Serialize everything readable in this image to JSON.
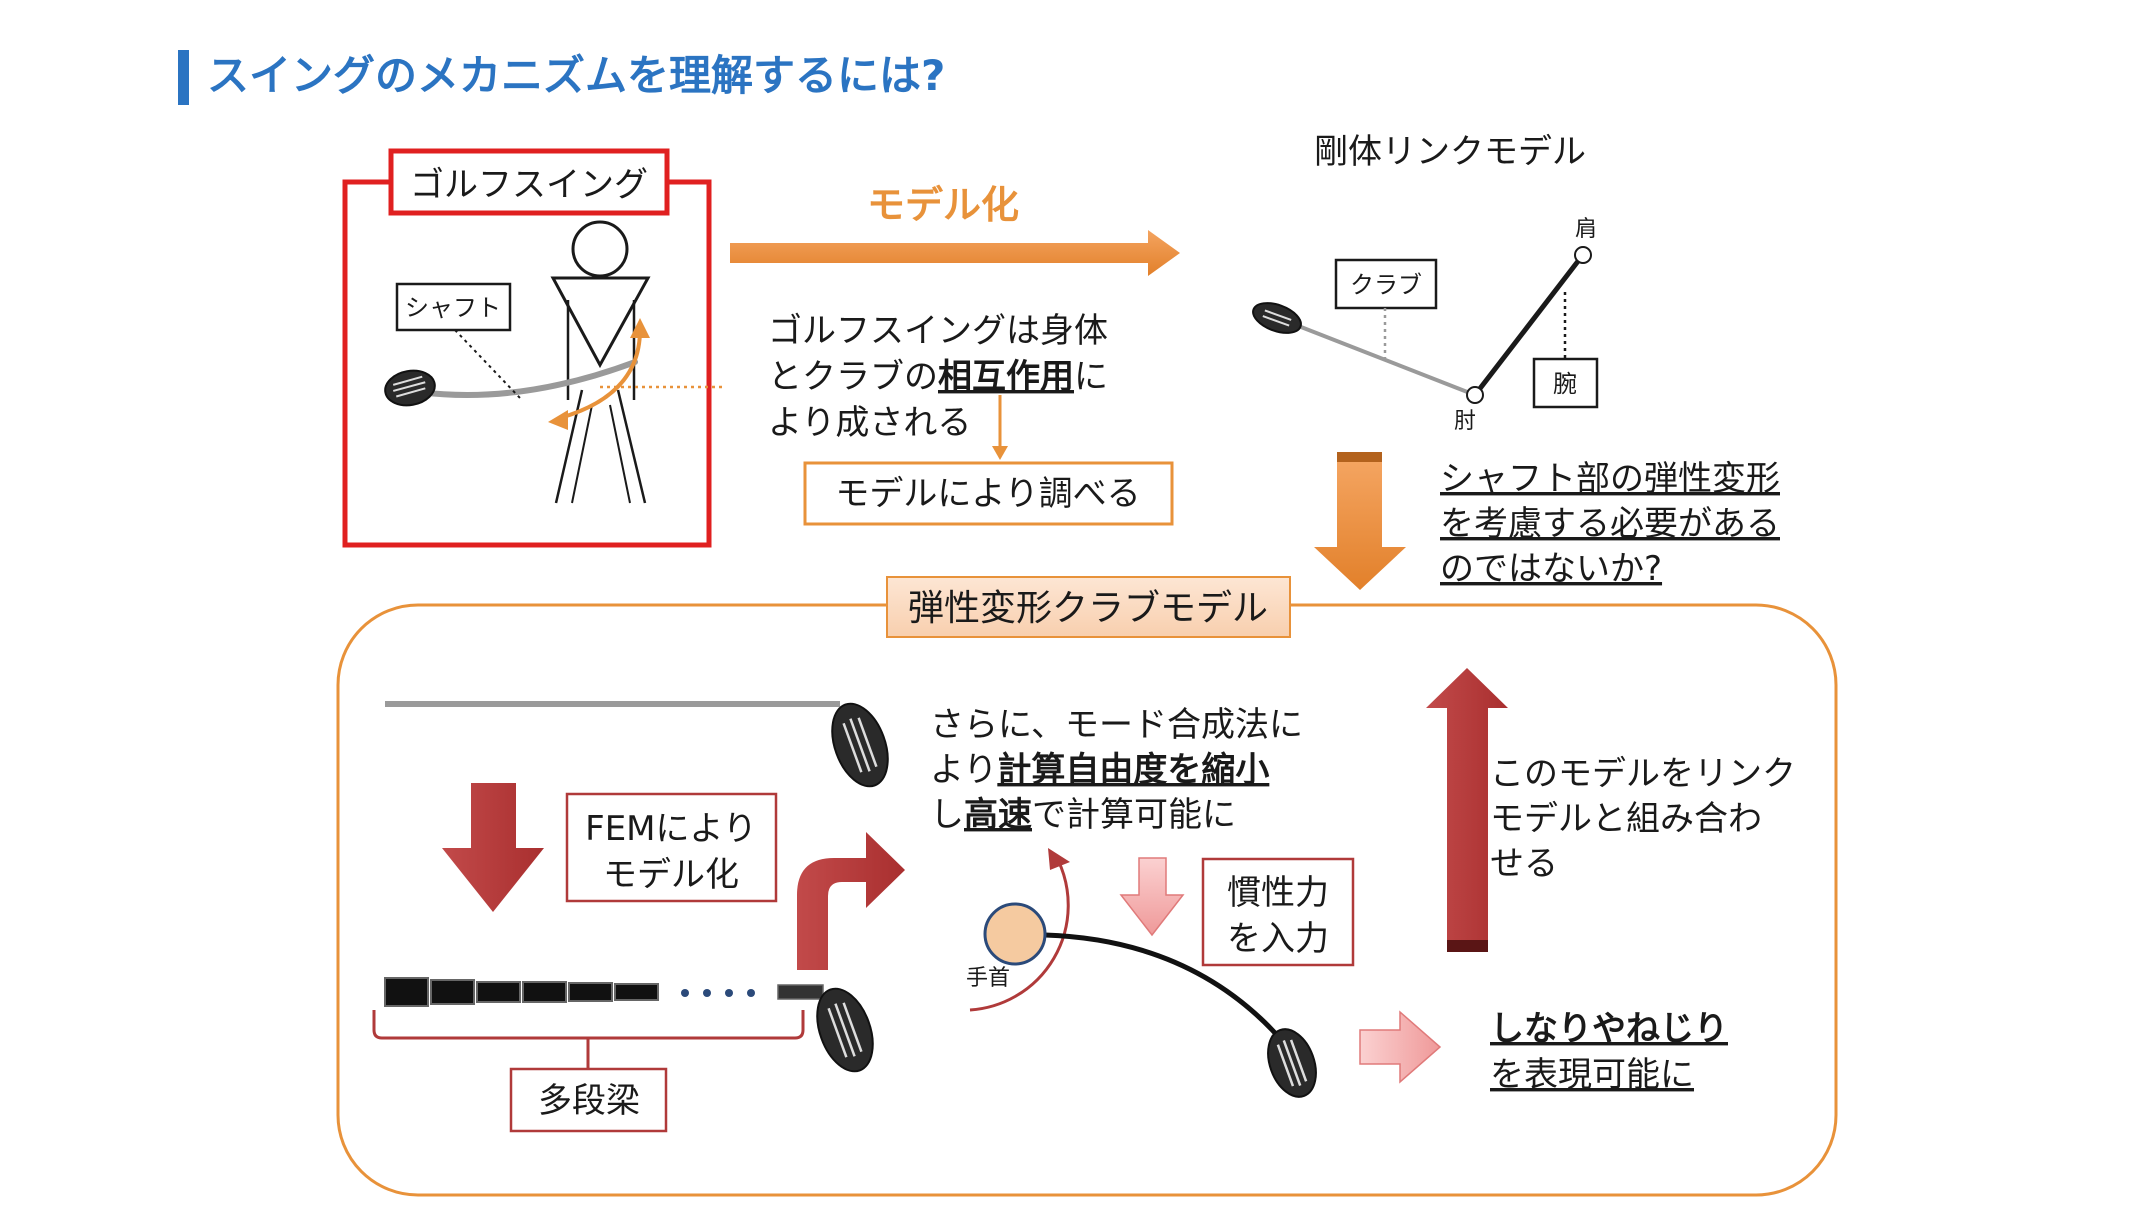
{
  "title": "スイングのメカニズムを理解するには?",
  "colors": {
    "title_blue": "#2b74c2",
    "red": "#e02020",
    "orange": "#e8923a",
    "dark_red": "#b03a3a",
    "light_orange_fill": "#fbdcc4",
    "head_fill": "#f5caa0",
    "pink_arrow": "#f2a2a2"
  },
  "golf": {
    "label": "ゴルフスイング",
    "shaft_label": "シャフト"
  },
  "modeling_label": "モデル化",
  "interaction": {
    "line1": "ゴルフスイングは身体",
    "line2_a": "とクラブの",
    "line2_b": "相互作用",
    "line2_c": "に",
    "line3": "より成される"
  },
  "investigate_label": "モデルにより調べる",
  "rigid": {
    "title": "剛体リンクモデル",
    "club": "クラブ",
    "arm": "腕",
    "shoulder": "肩",
    "elbow": "肘"
  },
  "shaft_question": {
    "line1": "シャフト部の弾性変形",
    "line2": "を考慮する必要がある",
    "line3": "のではないか?"
  },
  "elastic_title": "弾性変形クラブモデル",
  "fem": {
    "line1": "FEMにより",
    "line2": "モデル化"
  },
  "multi_beam": "多段梁",
  "mode_synthesis": {
    "line1": "さらに、モード合成法に",
    "line2_a": "より",
    "line2_b": "計算自由度を縮小",
    "line3_a": "し",
    "line3_b": "高速",
    "line3_c": "で計算可能に"
  },
  "inertia": {
    "line1": "慣性力",
    "line2": "を入力"
  },
  "wrist": "手首",
  "combine": {
    "line1": "このモデルをリンク",
    "line2": "モデルと組み合わ",
    "line3": "せる"
  },
  "bending": {
    "line1": "しなりやねじり",
    "line2": "を表現可能に"
  }
}
